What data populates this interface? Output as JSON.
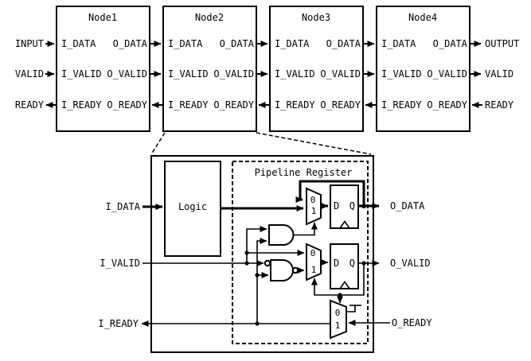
{
  "diagram": {
    "title_hint": "Pipeline handshake node diagram",
    "colors": {
      "line": "#000000",
      "background": "#ffffff"
    },
    "nodes": [
      {
        "title": "Node1",
        "left_ports": [
          "I_DATA",
          "I_VALID",
          "I_READY"
        ],
        "right_ports": [
          "O_DATA",
          "O_VALID",
          "O_READY"
        ]
      },
      {
        "title": "Node2",
        "left_ports": [
          "I_DATA",
          "I_VALID",
          "I_READY"
        ],
        "right_ports": [
          "O_DATA",
          "O_VALID",
          "O_READY"
        ]
      },
      {
        "title": "Node3",
        "left_ports": [
          "I_DATA",
          "I_VALID",
          "I_READY"
        ],
        "right_ports": [
          "O_DATA",
          "O_VALID",
          "O_READY"
        ]
      },
      {
        "title": "Node4",
        "left_ports": [
          "I_DATA",
          "I_VALID",
          "I_READY"
        ],
        "right_ports": [
          "O_DATA",
          "O_VALID",
          "O_READY"
        ]
      }
    ],
    "ext_left": [
      "INPUT",
      "VALID",
      "READY"
    ],
    "ext_right": [
      "OUTPUT",
      "VALID",
      "READY"
    ],
    "detail": {
      "logic": "Logic",
      "pipeline_register": "Pipeline Register",
      "i_data": "I_DATA",
      "i_valid": "I_VALID",
      "i_ready": "I_READY",
      "o_data": "O_DATA",
      "o_valid": "O_VALID",
      "o_ready": "O_READY",
      "d": "D",
      "q": "Q",
      "zero": "0",
      "one": "1"
    }
  }
}
